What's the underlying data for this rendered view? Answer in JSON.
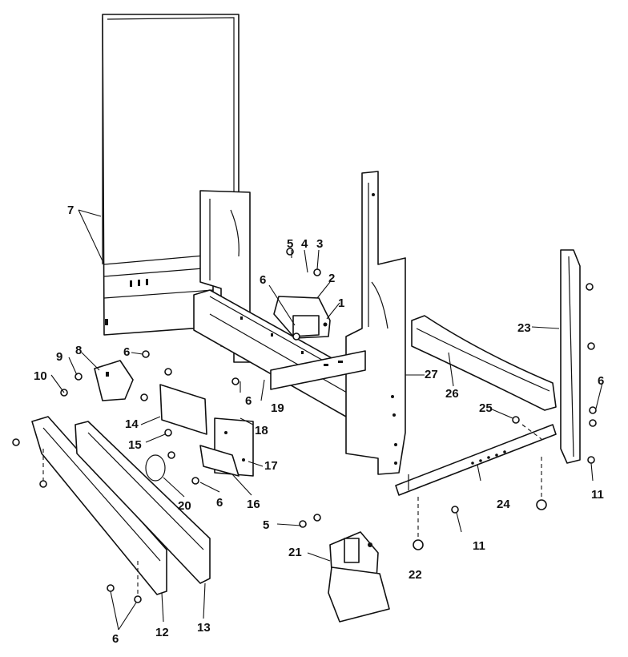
{
  "labels": {
    "p1": "1",
    "p2": "2",
    "p3": "3",
    "p4": "4",
    "p5a": "5",
    "p5b": "5",
    "p6a": "6",
    "p6b": "6",
    "p6c": "6",
    "p6d": "6",
    "p6e": "6",
    "p6f": "6",
    "p7": "7",
    "p8": "8",
    "p9": "9",
    "p10": "10",
    "p11a": "11",
    "p11b": "11",
    "p12": "12",
    "p13": "13",
    "p14": "14",
    "p15": "15",
    "p16": "16",
    "p17": "17",
    "p18": "18",
    "p19": "19",
    "p20": "20",
    "p21": "21",
    "p22": "22",
    "p23": "23",
    "p24": "24",
    "p25": "25",
    "p26": "26",
    "p27": "27"
  }
}
